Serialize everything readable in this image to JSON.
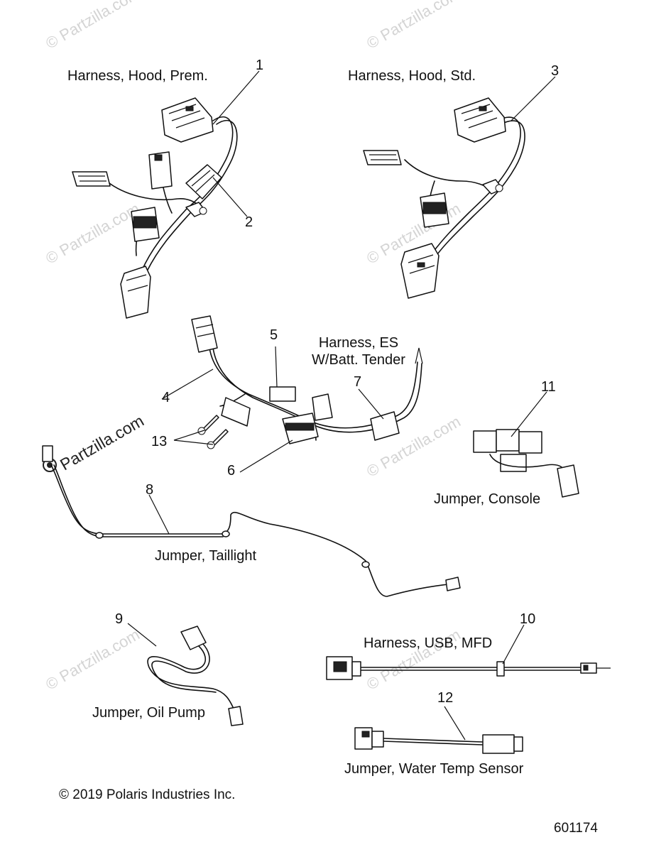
{
  "labels": {
    "hood_prem": "Harness, Hood, Prem.",
    "hood_std": "Harness, Hood, Std.",
    "es_line1": "Harness, ES",
    "es_line2": "W/Batt. Tender",
    "console": "Jumper, Console",
    "taillight": "Jumper, Taillight",
    "oil_pump": "Jumper, Oil Pump",
    "usb_mfd": "Harness, USB, MFD",
    "water_temp": "Jumper, Water Temp Sensor"
  },
  "callouts": [
    "1",
    "2",
    "3",
    "4",
    "5",
    "6",
    "7",
    "8",
    "9",
    "10",
    "11",
    "12",
    "13"
  ],
  "watermark": {
    "small": "© Partzilla.com",
    "large": "Partzilla.com"
  },
  "footer": {
    "copyright": "© 2019 Polaris Industries Inc.",
    "drawing_number": "601174"
  }
}
